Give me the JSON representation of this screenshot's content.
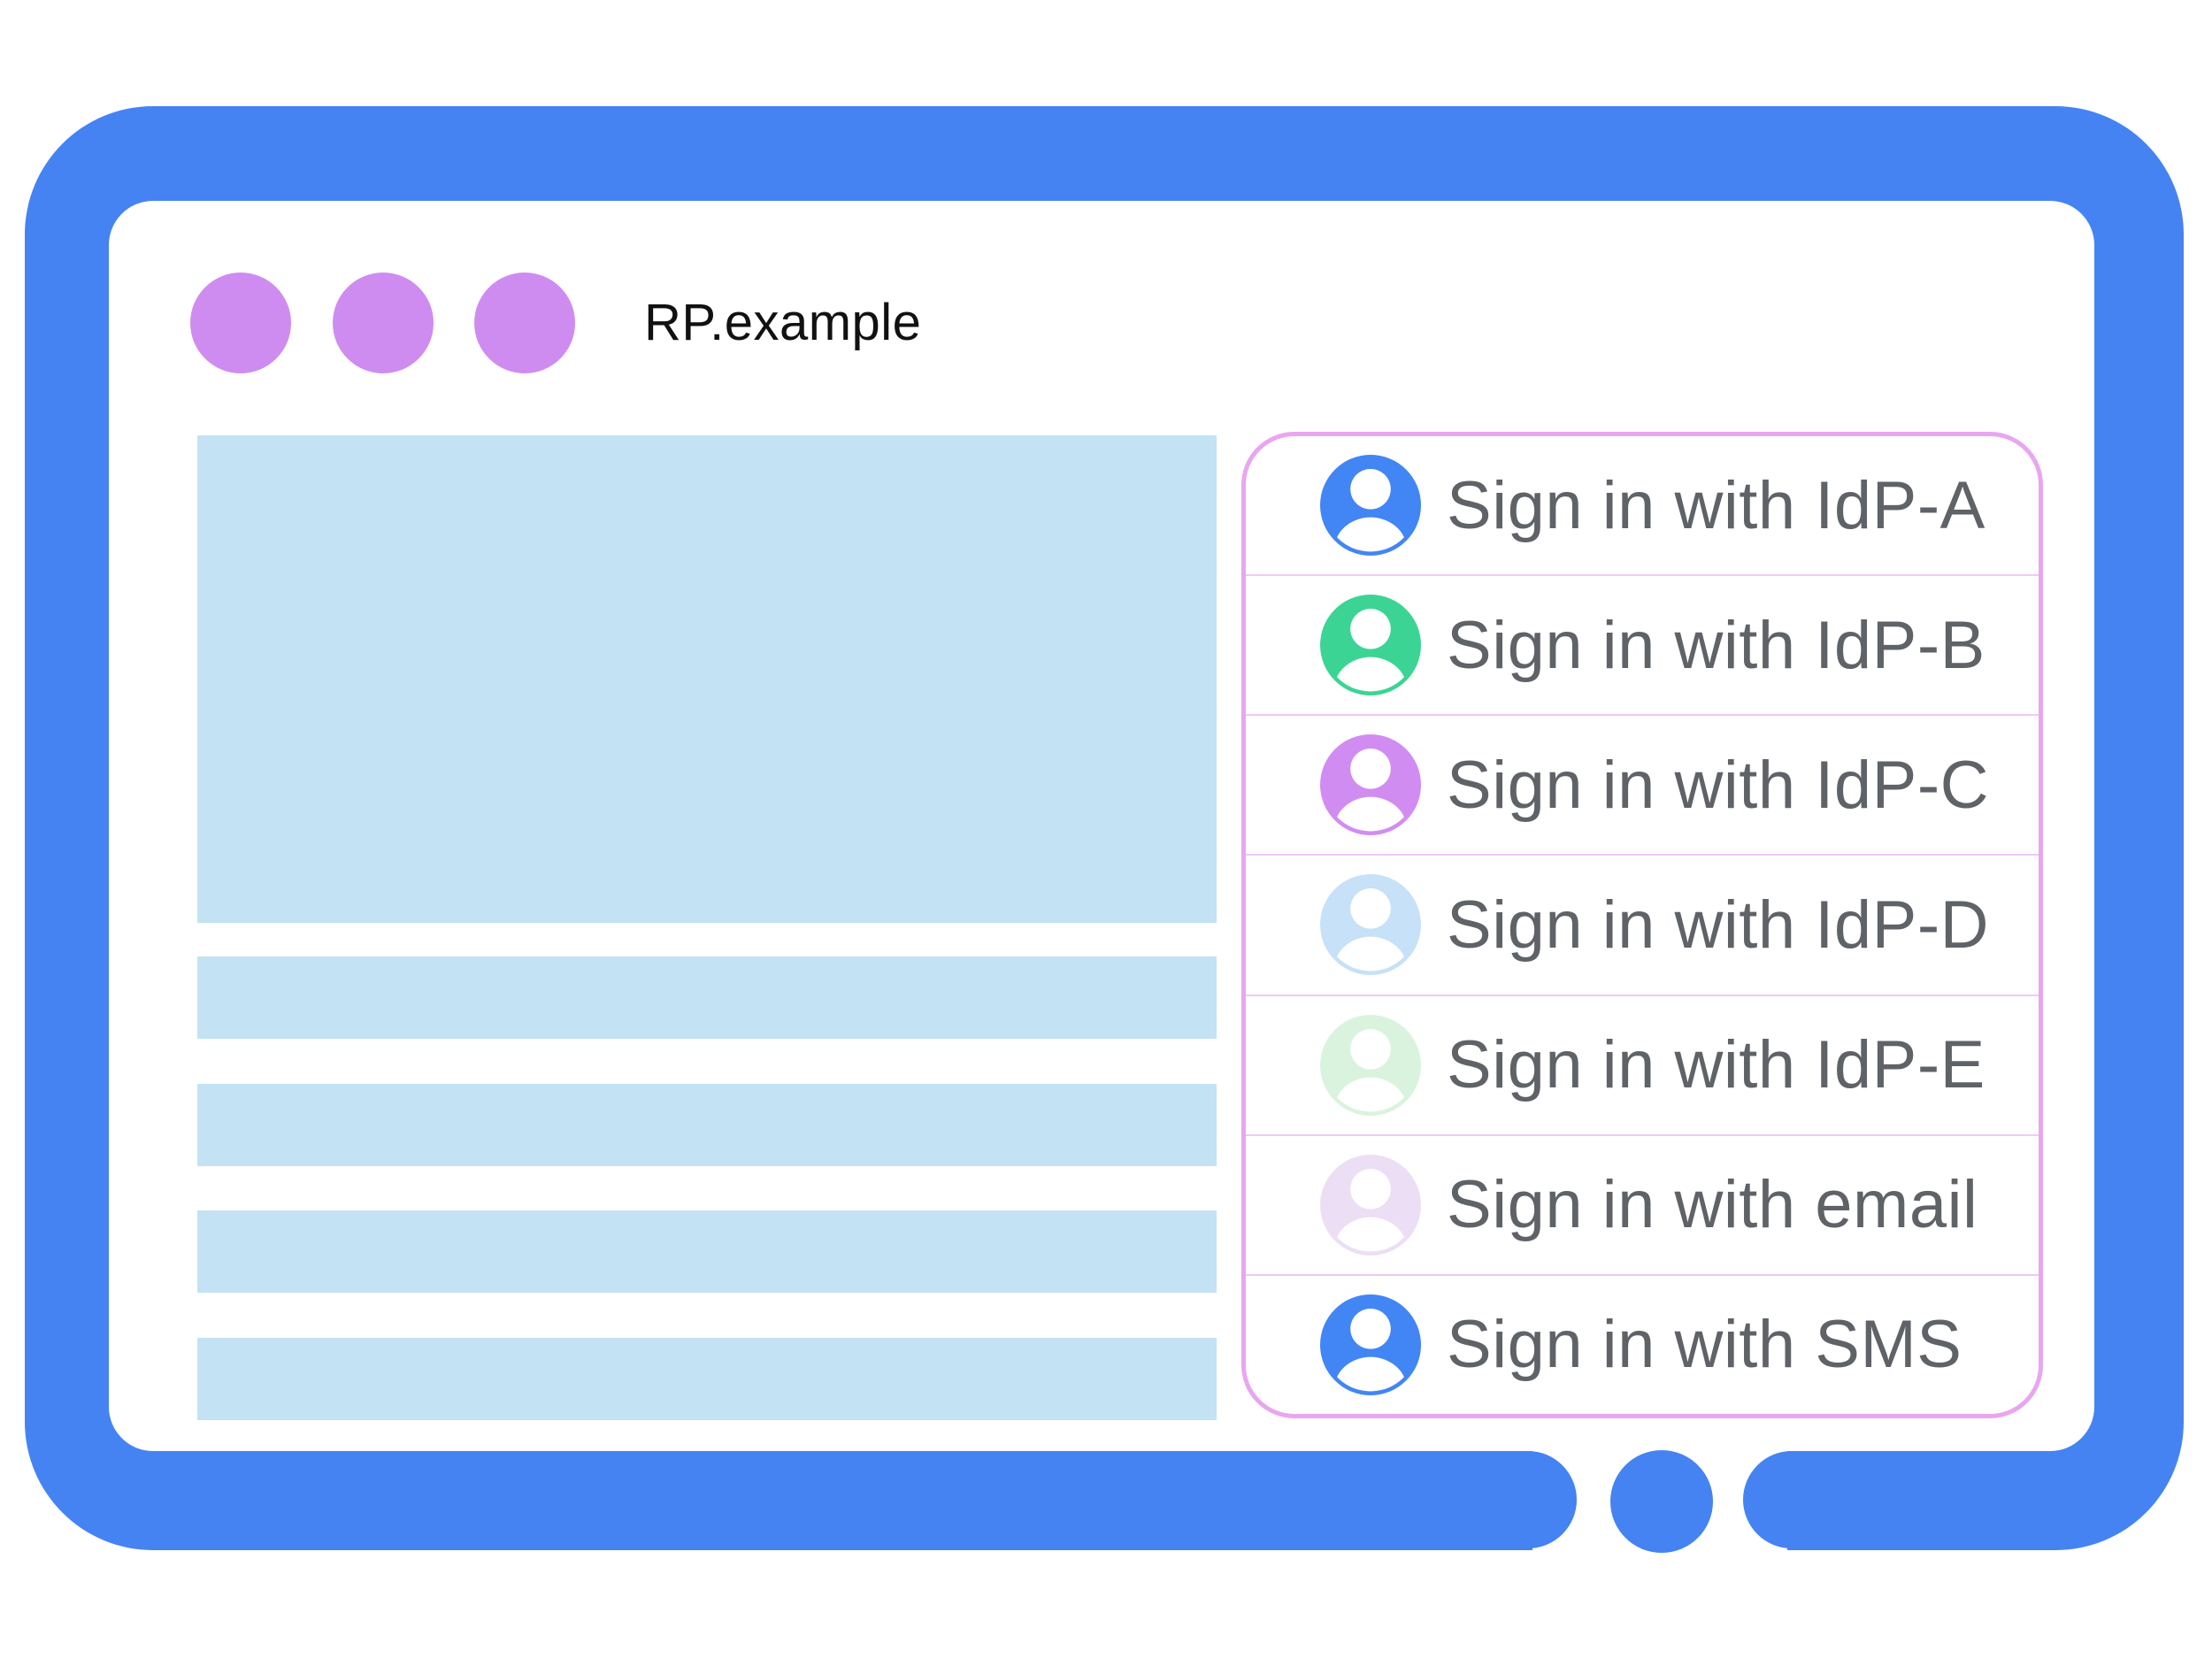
{
  "window": {
    "title": "RP.example"
  },
  "theme": {
    "frame_blue": "#4583f2",
    "placeholder_blue": "#c3e2f4",
    "dot_purple": "#cf8cf0",
    "panel_border_pink": "#e9a6f0",
    "divider_pink": "#f0c9f5",
    "label_gray": "#5f6368"
  },
  "signin_panel": {
    "items": [
      {
        "label": "Sign in with IdP-A",
        "avatar_icon": "user-avatar-icon",
        "avatar_color": "#4285f4"
      },
      {
        "label": "Sign in with IdP-B",
        "avatar_icon": "user-avatar-icon",
        "avatar_color": "#3cd494"
      },
      {
        "label": "Sign in with IdP-C",
        "avatar_icon": "user-avatar-icon",
        "avatar_color": "#d18cf2"
      },
      {
        "label": "Sign in with IdP-D",
        "avatar_icon": "user-avatar-icon",
        "avatar_color": "#c6e1f8"
      },
      {
        "label": "Sign in with IdP-E",
        "avatar_icon": "user-avatar-icon",
        "avatar_color": "#daf3de"
      },
      {
        "label": "Sign in with email",
        "avatar_icon": "user-avatar-icon",
        "avatar_color": "#ecdff5"
      },
      {
        "label": "Sign in with SMS",
        "avatar_icon": "user-avatar-icon",
        "avatar_color": "#4285f4"
      }
    ]
  }
}
